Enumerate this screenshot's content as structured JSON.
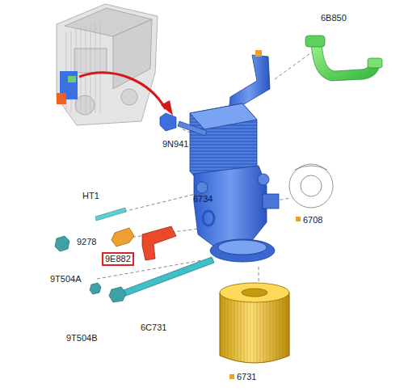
{
  "diagram": {
    "nodes": [
      {
        "text": [
          "9E882"
        ]
      }
    ],
    "labels": [
      "6B850",
      "9N941",
      "HT1",
      "6734",
      "6708",
      "9278",
      "9T504A",
      "9T504B",
      "6C731",
      "6731"
    ]
  }
}
